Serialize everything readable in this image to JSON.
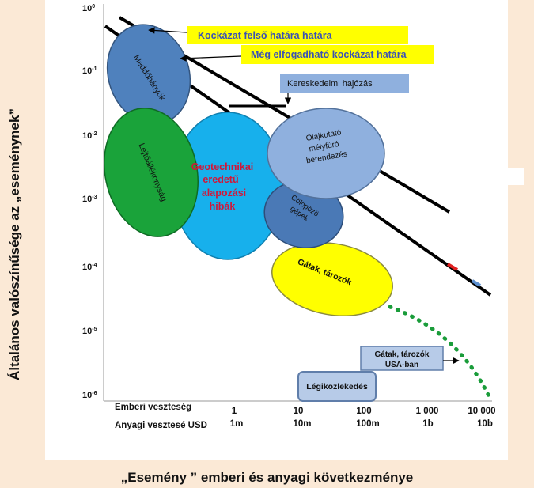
{
  "y_axis_title": "Általános valószínűsége az „eseménynek”",
  "x_axis_title": "„Esemény ” emberi és anyagi következménye",
  "y_ticks": [
    {
      "base": "10",
      "exp": "0"
    },
    {
      "base": "10",
      "exp": "-1"
    },
    {
      "base": "10",
      "exp": "-2"
    },
    {
      "base": "10",
      "exp": "-3"
    },
    {
      "base": "10",
      "exp": "-4"
    },
    {
      "base": "10",
      "exp": "-5"
    },
    {
      "base": "10",
      "exp": "-6"
    }
  ],
  "x_row_labels": [
    "Emberi veszteség",
    "Anyagi  vesztesé USD"
  ],
  "x_ticks": [
    {
      "top": "1",
      "bottom": "1m"
    },
    {
      "top": "10",
      "bottom": "10m"
    },
    {
      "top": "100",
      "bottom": "100m"
    },
    {
      "top": "1 000",
      "bottom": "1b"
    },
    {
      "top": "10 000",
      "bottom": "10b"
    }
  ],
  "boxes": {
    "upper_limit": "Kockázat felső határa határa",
    "acceptable_limit": "Még elfogadható kockázat határa",
    "shipping": "Kereskedelmi hajózás",
    "us_dams": [
      "Gátak, tározók",
      "USA-ban"
    ],
    "aviation": "Légiközlekedés"
  },
  "regions": {
    "mine_tailings": "Meddőhányók",
    "slopes": "Lejtőállékonyság",
    "geotech": [
      "Geotechnikai",
      "eredetű",
      "alapozási",
      "hibák"
    ],
    "offshore": [
      "Olajkutató",
      "mélyfúró",
      "berendezés"
    ],
    "piled": [
      "Cölöpözö",
      "gépek"
    ],
    "dams": "Gátak, tározók"
  },
  "colors": {
    "background": "#fbe9d6",
    "highlight_yellow": "#ffff00",
    "mine_blue": "#4f81bd",
    "slope_green": "#1aa33a",
    "geotech_cyan": "#17b0ec",
    "offshore_light": "#8fb0de",
    "piled_blue": "#4a79b6",
    "dam_yellow": "#ffff00",
    "box_light": "#b7cbe8",
    "dotted_green": "#1a9c3a",
    "geotech_text": "#d0173a"
  }
}
